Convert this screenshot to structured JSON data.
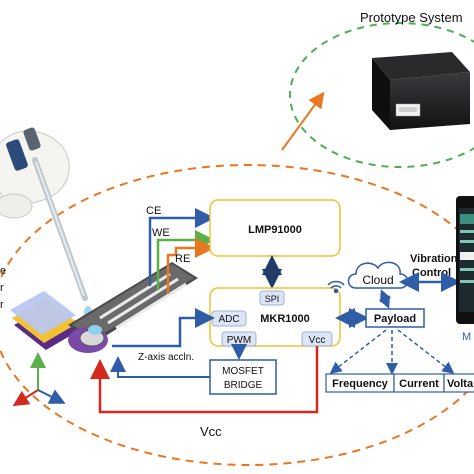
{
  "prototype": {
    "title": "Prototype System"
  },
  "electrodes": {
    "ce": "CE",
    "we": "WE",
    "re": "RE"
  },
  "blocks": {
    "lmp": "LMP91000",
    "spi": "SPI",
    "mkr": "MKR1000",
    "adc": "ADC",
    "pwm": "PWM",
    "vcc": "Vcc",
    "mosfet_line1": "MOSFET",
    "mosfet_line2": "BRIDGE",
    "payload": "Payload"
  },
  "cloud": {
    "label": "Cloud"
  },
  "vibration": {
    "line1": "Vibration",
    "line2": "Control"
  },
  "measures": {
    "frequency": "Frequency",
    "current": "Current",
    "voltage": "Volta"
  },
  "annotations": {
    "accel": "Z-axis accln.",
    "vcc_bottom": "Vcc"
  },
  "layer_labels": [
    "e",
    "r",
    "r"
  ],
  "phone": {
    "caption": "M"
  },
  "colors": {
    "orange": "#E87722",
    "green_dash": "#4CAF50",
    "blue": "#2F5DA8",
    "red": "#D42A1E",
    "gold_border": "#F2C230",
    "green": "#5AB04A"
  }
}
